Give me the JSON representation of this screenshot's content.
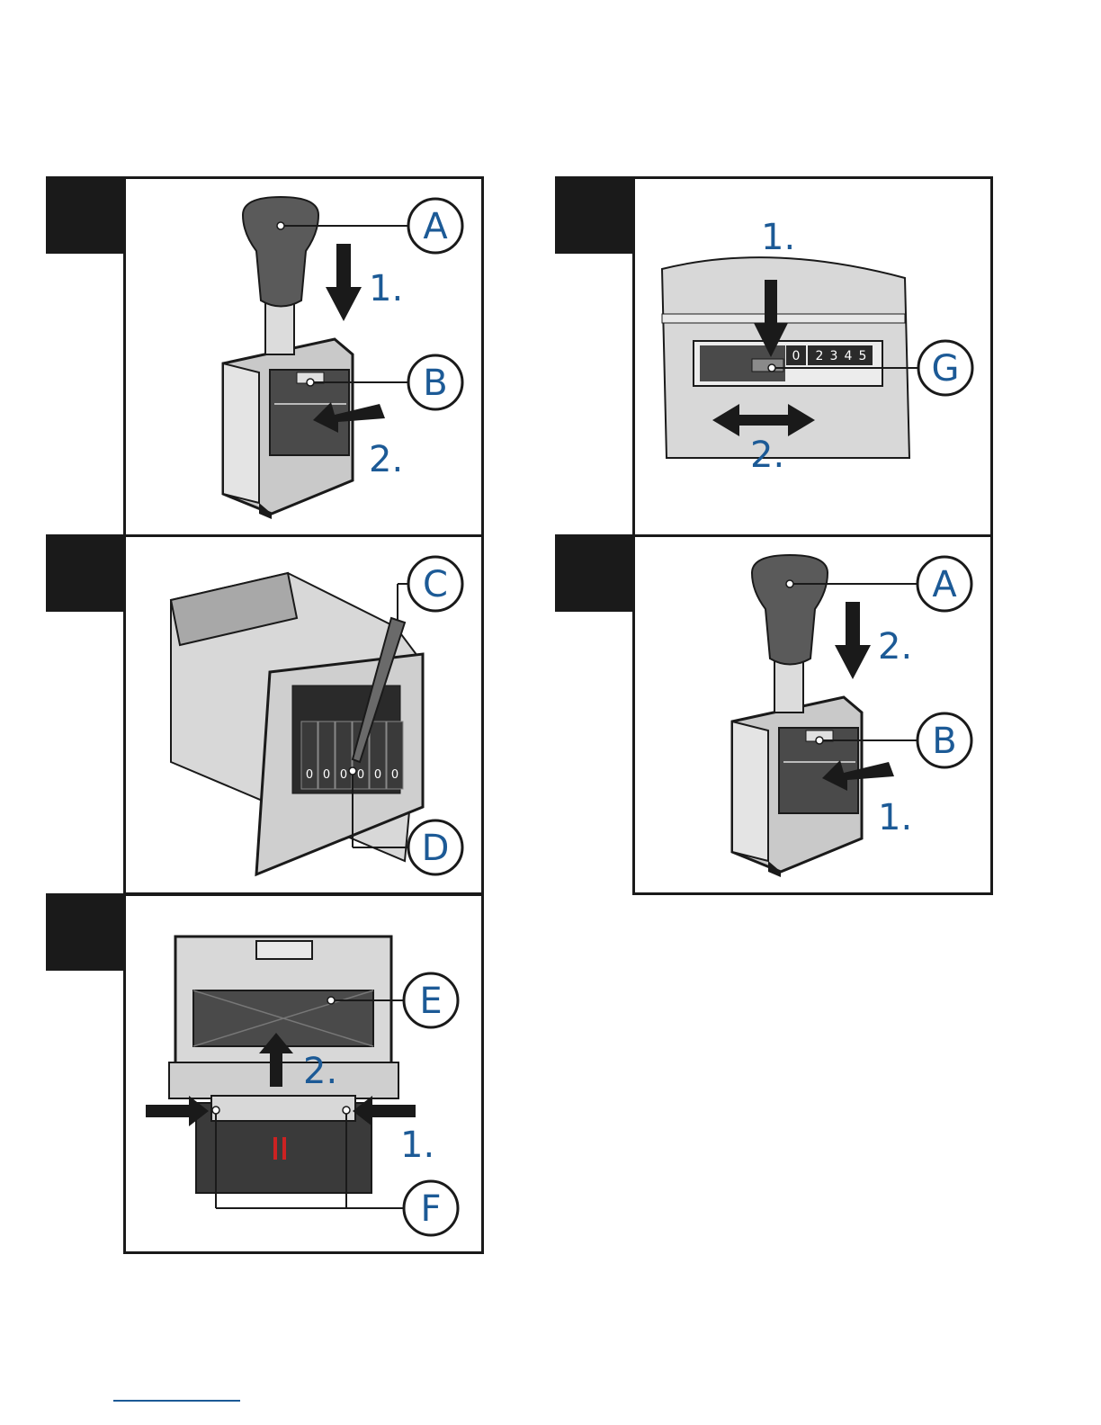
{
  "colors": {
    "label": "#1c5a96",
    "ink": "#1a1a1a",
    "metal": "#c9c9c9",
    "rubber": "#5a5a5a"
  },
  "panels": {
    "p1": {
      "callouts": [
        "A",
        "B"
      ],
      "steps": [
        "1.",
        "2."
      ]
    },
    "p2": {
      "callouts": [
        "C",
        "D"
      ]
    },
    "p3": {
      "callouts": [
        "E",
        "F"
      ],
      "steps": [
        "2.",
        "1."
      ]
    },
    "p4": {
      "callouts": [
        "G"
      ],
      "steps": [
        "1.",
        "2."
      ],
      "digits": [
        "0",
        "2",
        "3",
        "4",
        "5"
      ]
    },
    "p5": {
      "callouts": [
        "A",
        "B"
      ],
      "steps": [
        "2.",
        "1."
      ]
    }
  },
  "stamp_digits": [
    "0",
    "0",
    "0",
    "0",
    "0",
    "0"
  ]
}
